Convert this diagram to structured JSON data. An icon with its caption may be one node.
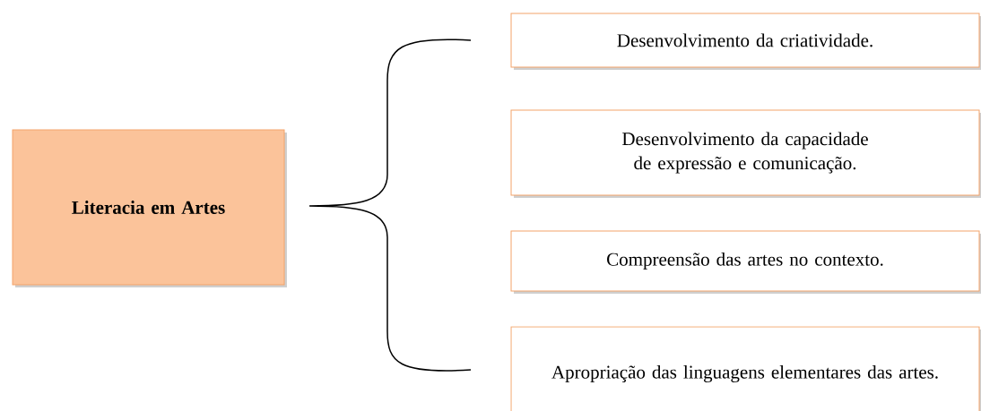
{
  "diagram": {
    "nodes": [
      {
        "text": [
          "Literacia em Artes"
        ]
      },
      {
        "text": [
          "Desenvolvimento da criatividade."
        ]
      },
      {
        "text": [
          "Desenvolvimento da capacidade de expressão e comunicação."
        ]
      },
      {
        "text": [
          "Compreensão das artes no contexto."
        ]
      },
      {
        "text": [
          "Apropriação das linguagens elementares das artes."
        ]
      }
    ]
  }
}
